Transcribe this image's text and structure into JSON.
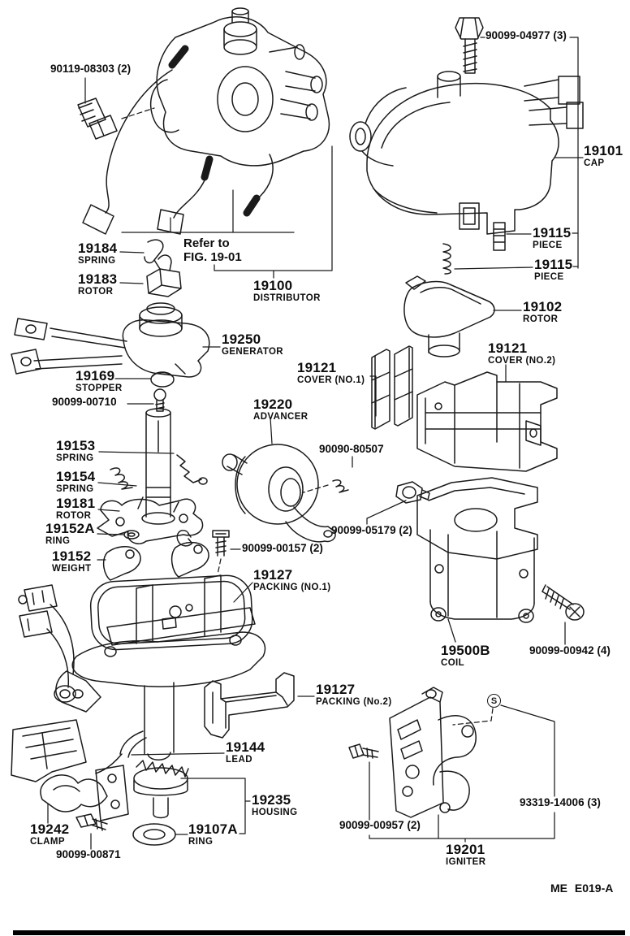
{
  "diagram": {
    "note": {
      "line1": "Refer to",
      "line2": "FIG. 19-01"
    },
    "doc_code": "ME  E019-A",
    "substitution_symbol": "S",
    "labels": {
      "p90119": {
        "number": "90119-08303 (2)"
      },
      "p04977": {
        "number": "90099-04977 (3)"
      },
      "p19101": {
        "number": "19101",
        "name": "CAP"
      },
      "p19115a": {
        "number": "19115",
        "name": "PIECE"
      },
      "p19115b": {
        "number": "19115",
        "name": "PIECE"
      },
      "p19184": {
        "number": "19184",
        "name": "SPRING"
      },
      "p19183": {
        "number": "19183",
        "name": "ROTOR"
      },
      "p19100": {
        "number": "19100",
        "name": "DISTRIBUTOR"
      },
      "p19102": {
        "number": "19102",
        "name": "ROTOR"
      },
      "p19121n2": {
        "number": "19121",
        "name": "COVER (NO.2)"
      },
      "p19250": {
        "number": "19250",
        "name": "GENERATOR"
      },
      "p19121n1": {
        "number": "19121",
        "name": "COVER (NO.1)"
      },
      "p19169": {
        "number": "19169",
        "name": "STOPPER"
      },
      "p00710": {
        "number": "90099-00710"
      },
      "p19220": {
        "number": "19220",
        "name": "ADVANCER"
      },
      "p19153": {
        "number": "19153",
        "name": "SPRING"
      },
      "p80507": {
        "number": "90090-80507"
      },
      "p19154": {
        "number": "19154",
        "name": "SPRING"
      },
      "p19181": {
        "number": "19181",
        "name": "ROTOR"
      },
      "p19152a": {
        "number": "19152A",
        "name": "RING"
      },
      "p05179": {
        "number": "90099-05179 (2)"
      },
      "p19152": {
        "number": "19152",
        "name": "WEIGHT"
      },
      "p00157": {
        "number": "90099-00157 (2)"
      },
      "p19127n1": {
        "number": "19127",
        "name": "PACKING (NO.1)"
      },
      "p19500b": {
        "number": "19500B",
        "name": "COIL"
      },
      "p00942": {
        "number": "90099-00942 (4)"
      },
      "p19127n2": {
        "number": "19127",
        "name": "PACKING (No.2)"
      },
      "p19144": {
        "number": "19144",
        "name": "LEAD"
      },
      "p19235": {
        "number": "19235",
        "name": "HOUSING"
      },
      "p19242": {
        "number": "19242",
        "name": "CLAMP"
      },
      "p00871": {
        "number": "90099-00871"
      },
      "p19107a": {
        "number": "19107A",
        "name": "RING"
      },
      "p00957": {
        "number": "90099-00957 (2)"
      },
      "p93319": {
        "number": "93319-14006 (3)"
      },
      "p19201": {
        "number": "19201",
        "name": "IGNITER"
      }
    }
  }
}
